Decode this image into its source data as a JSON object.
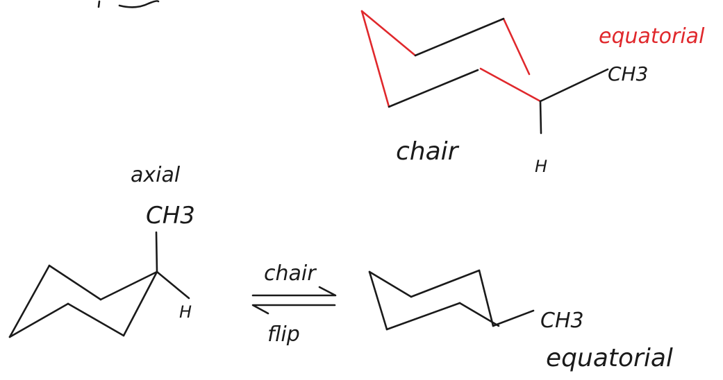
{
  "colors": {
    "ink": "#1a1a1a",
    "accent": "#e0282c"
  },
  "labels": {
    "top_equatorial": "equatorial",
    "top_ch3": "CH3",
    "top_h": "H",
    "top_chair": "chair",
    "axial": "axial",
    "axial_ch3": "CH3",
    "axial_h": "H",
    "arrow_top": "chair",
    "arrow_bottom": "flip",
    "bottom_ch3": "CH3",
    "bottom_equatorial": "equatorial"
  }
}
